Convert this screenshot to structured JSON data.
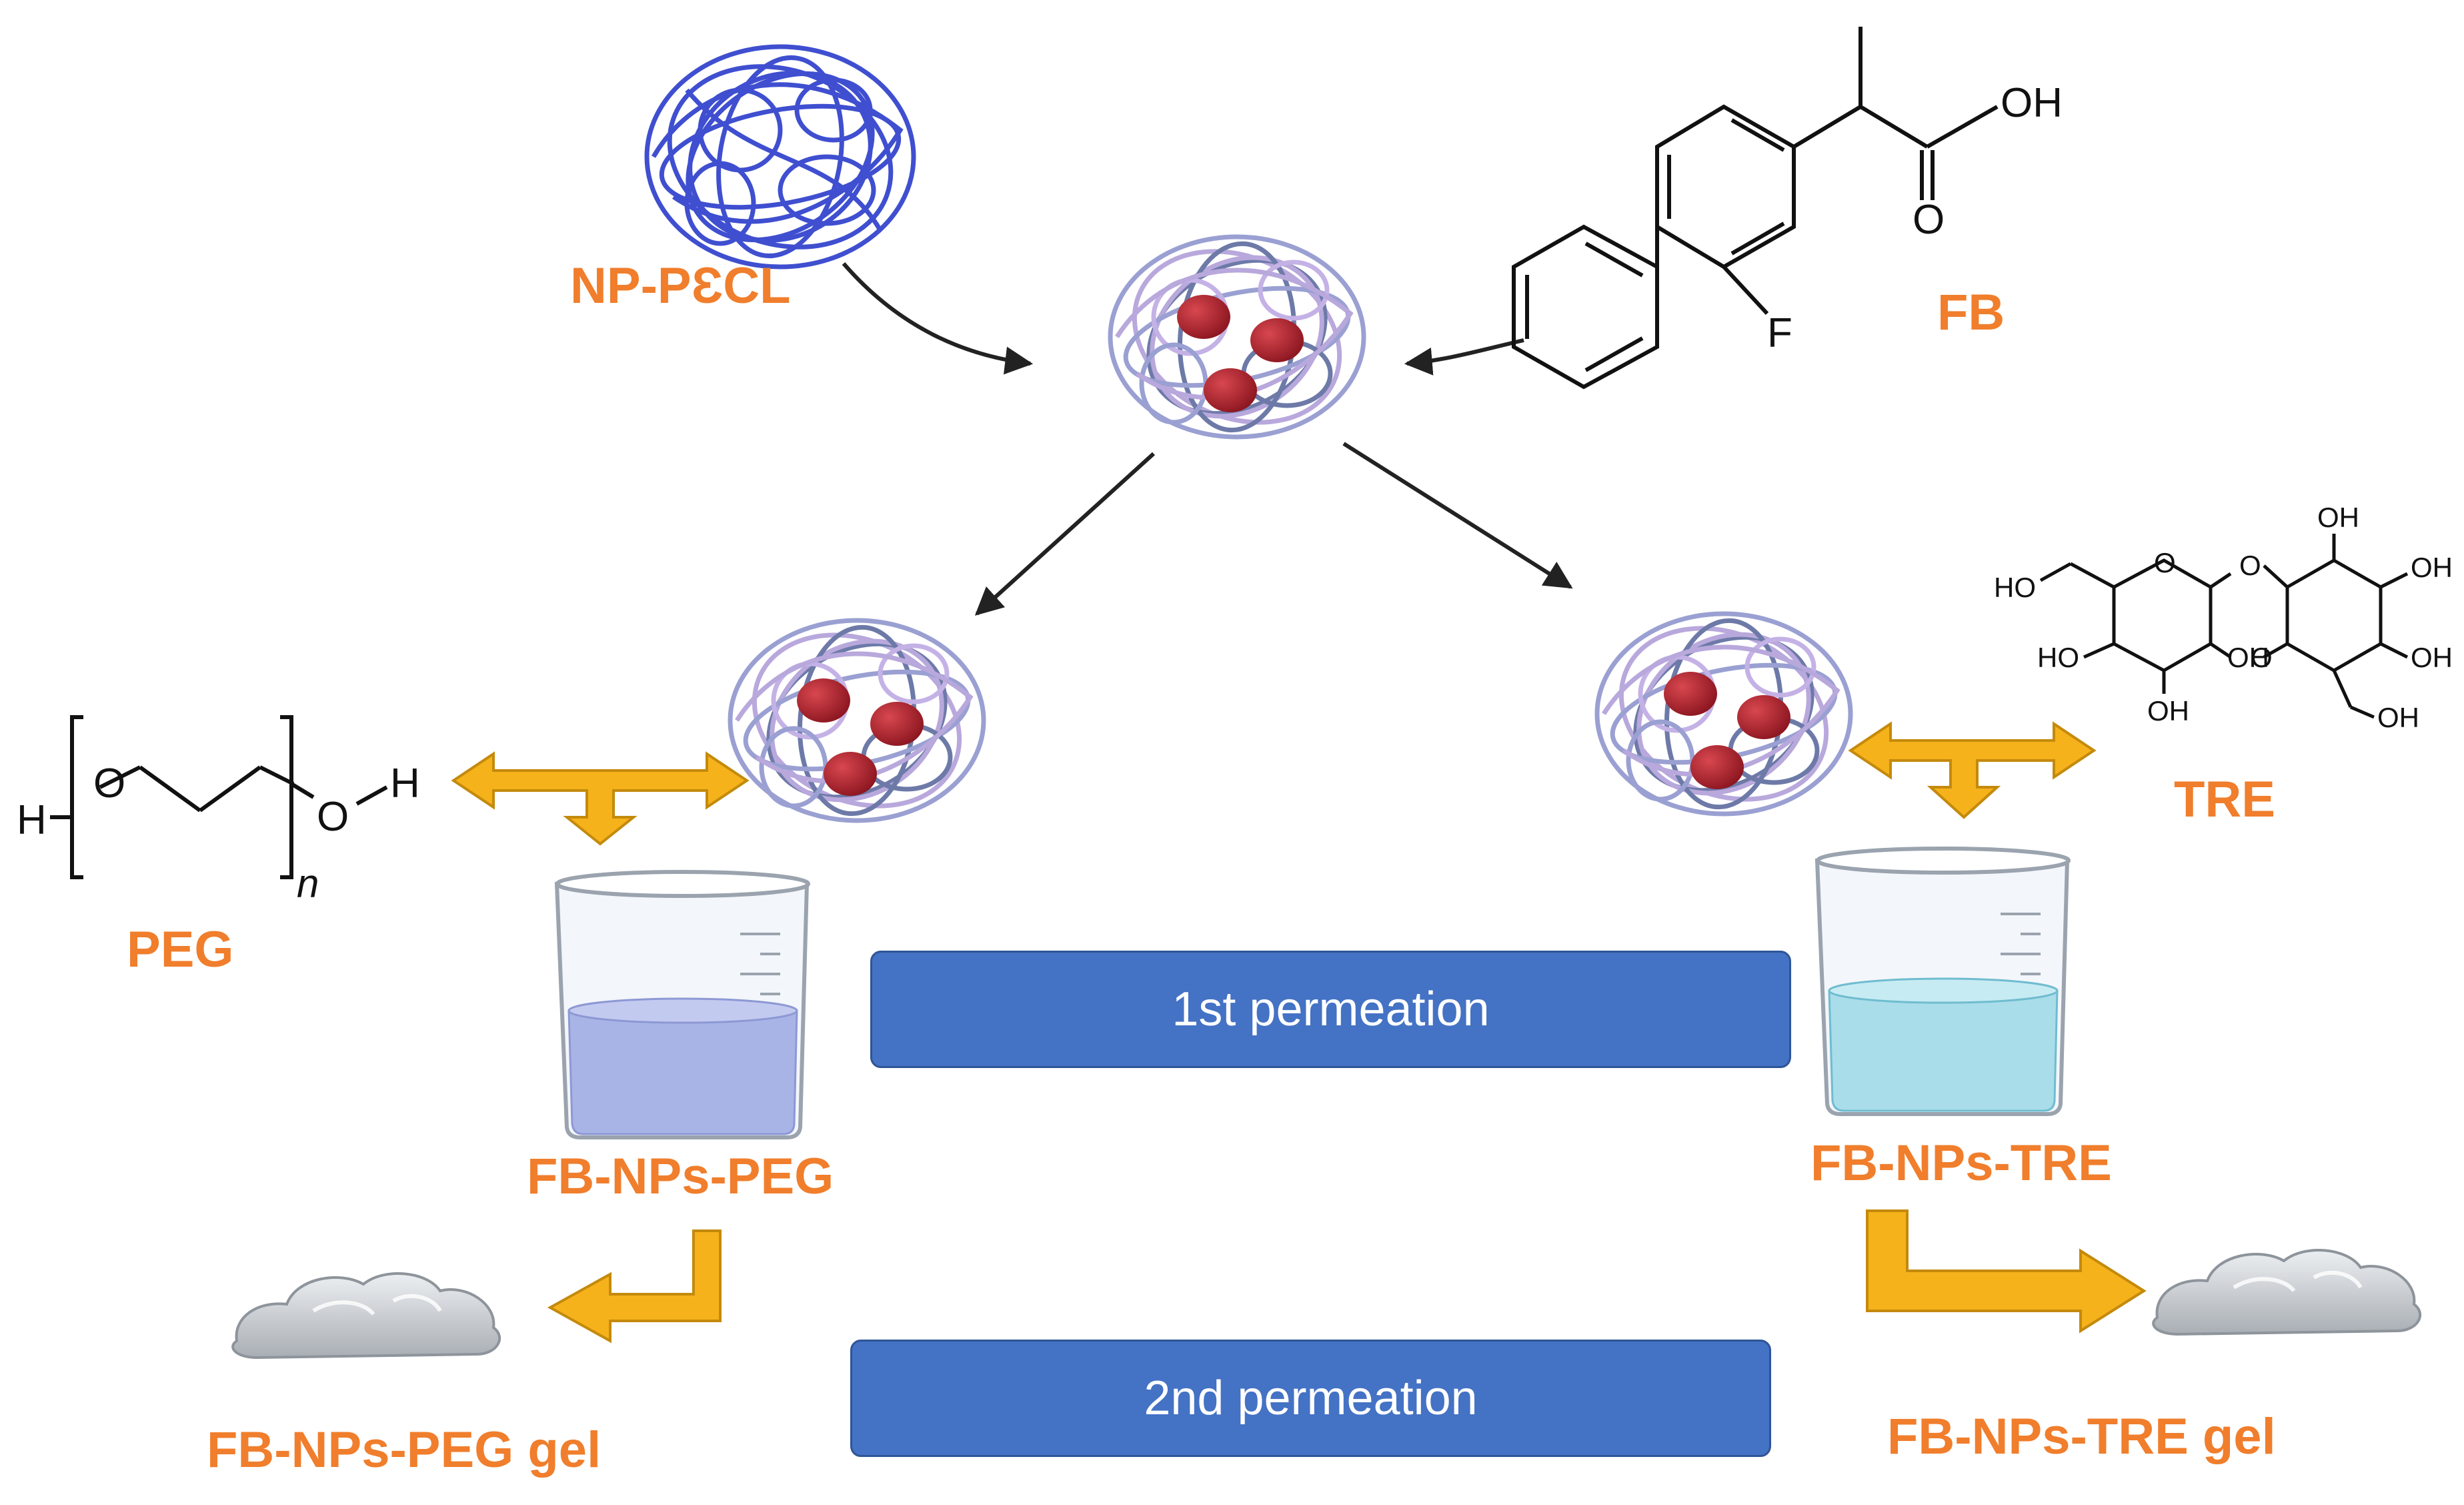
{
  "labels": {
    "np_pecl": "NP-PƐCL",
    "fb": "FB",
    "peg": "PEG",
    "tre": "TRE",
    "fb_nps_peg": "FB-NPs-PEG",
    "fb_nps_tre": "FB-NPs-TRE",
    "fb_nps_peg_gel": "FB-NPs-PEG gel",
    "fb_nps_tre_gel": "FB-NPs-TRE gel"
  },
  "bars": {
    "first": "1st permeation",
    "second": "2nd permeation"
  },
  "chem": {
    "oh": "OH",
    "ho": "HO",
    "o": "O",
    "f": "F",
    "h": "H",
    "n": "n"
  },
  "icons": [
    "polymer-nanoparticle-icon",
    "drug-loaded-nanoparticle-icon",
    "beaker-icon",
    "gel-icon",
    "double-arrow-icon",
    "bent-arrow-icon"
  ],
  "colors": {
    "label_orange": "#f07e2c",
    "bar_blue": "#4472c4",
    "arrow_yellow": "#f5b21b",
    "drug_red": "#a01d26",
    "polymer_blue": "#3f4fd0"
  }
}
